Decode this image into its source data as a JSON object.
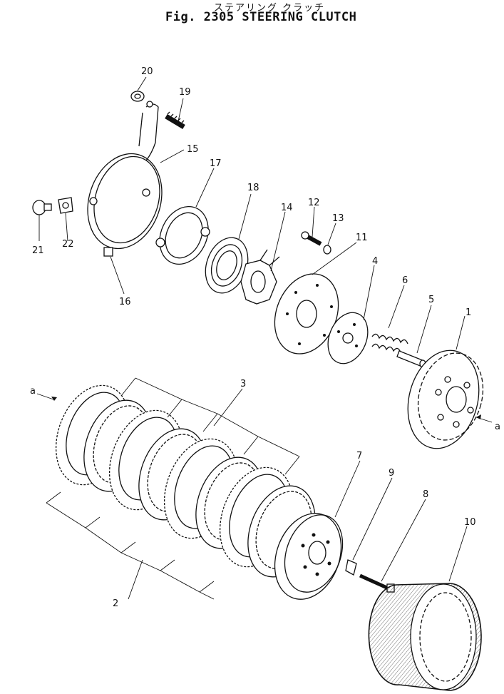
{
  "title": {
    "japanese": "ステアリング クラッチ",
    "english": "Fig. 2305 STEERING CLUTCH"
  },
  "callouts": [
    "1",
    "2",
    "3",
    "4",
    "5",
    "6",
    "7",
    "8",
    "9",
    "10",
    "11",
    "12",
    "13",
    "14",
    "15",
    "16",
    "17",
    "18",
    "19",
    "20",
    "21",
    "22"
  ],
  "view_markers": [
    "a",
    "a"
  ]
}
